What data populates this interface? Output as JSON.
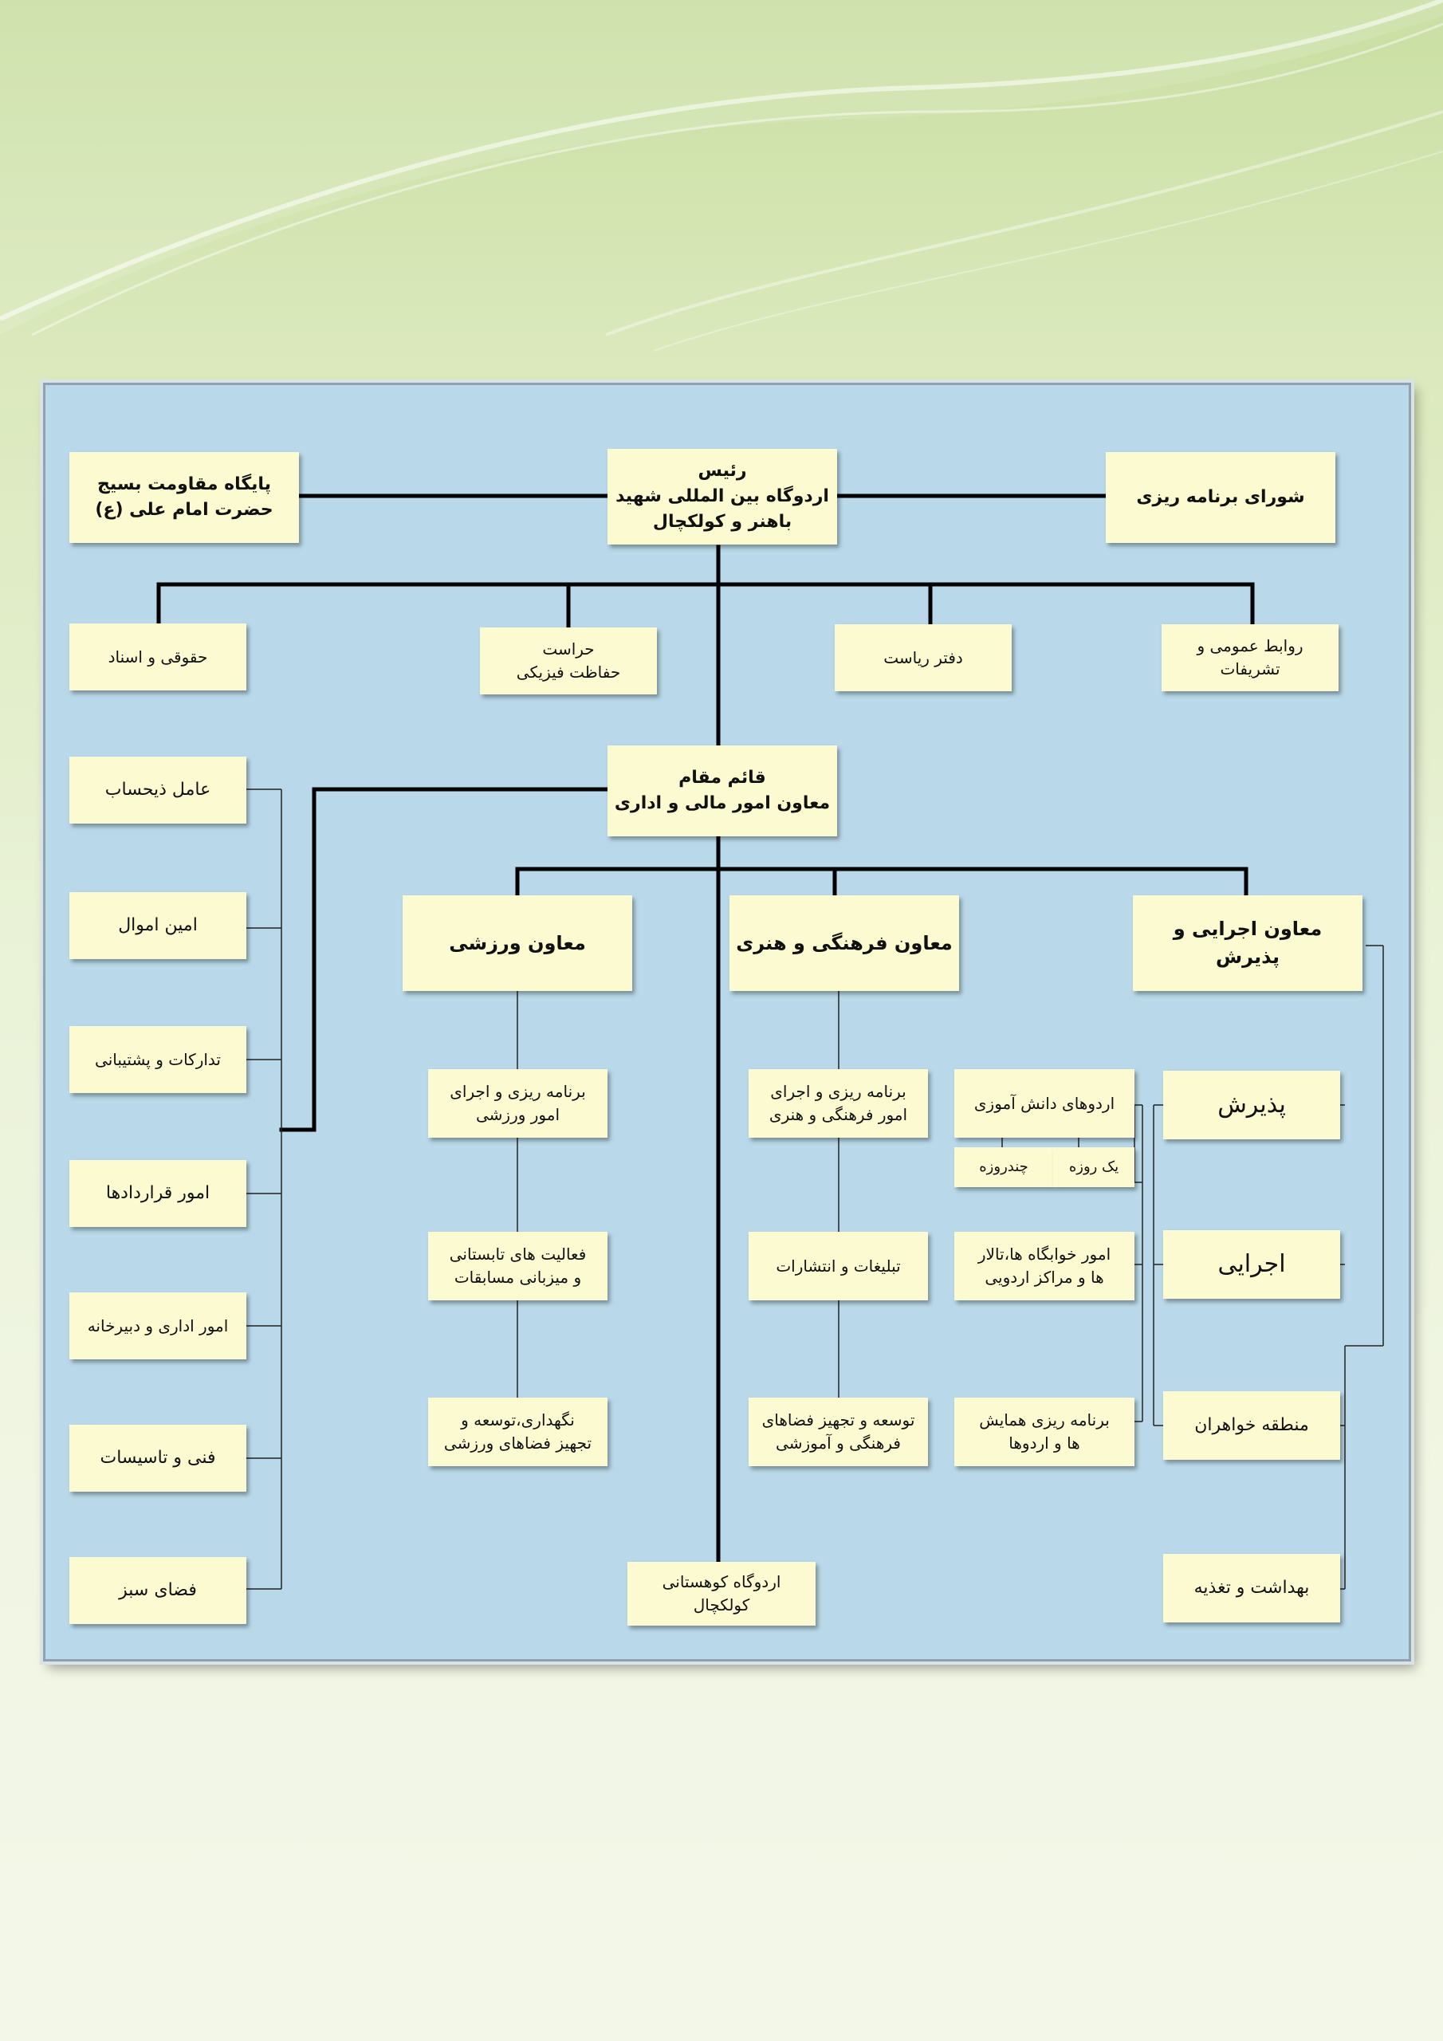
{
  "colors": {
    "panel": "#b9d9ea",
    "box": "#fbfad0",
    "line": "#000000",
    "background": "#d6e6b4"
  },
  "top": {
    "basij": [
      "پایگاه مقاومت بسیج",
      "حضرت امام علی (ع)"
    ],
    "president": [
      "رئیس",
      "اردوگاه بین المللی شهید",
      "باهنر و کولکچال"
    ],
    "council": "شورای برنامه ریزی"
  },
  "row2": {
    "legal": "حقوقی و اسناد",
    "security": [
      "حراست",
      "حفاظت فیزیکی"
    ],
    "office": "دفتر ریاست",
    "public_relations": [
      "روابط عمومی و",
      "تشریفات"
    ]
  },
  "deputy": [
    "قائم مقام",
    "معاون امور مالی و اداری"
  ],
  "left_column": [
    "عامل ذیحساب",
    "امین اموال",
    "تدارکات و پشتیبانی",
    "امور قراردادها",
    "امور اداری و دبیرخانه",
    "فنی و تاسیسات",
    "فضای سبز"
  ],
  "sports": {
    "title": "معاون ورزشی",
    "items": [
      [
        "برنامه ریزی و اجرای",
        "امور ورزشی"
      ],
      [
        "فعالیت های تابستانی",
        "و میزبانی مسابقات"
      ],
      [
        "نگهداری،توسعه و",
        "تجهیز فضاهای ورزشی"
      ]
    ]
  },
  "cultural": {
    "title": "معاون فرهنگی و هنری",
    "items": [
      [
        "برنامه ریزی و اجرای",
        "امور فرهنگی و هنری"
      ],
      [
        "تبلیغات و انتشارات"
      ],
      [
        "توسعه و تجهیز فضاهای",
        "فرهنگی و آموزشی"
      ]
    ]
  },
  "executive": {
    "title": "معاون اجرایی و پذیرش",
    "admission": "پذیرش",
    "execution": "اجرایی",
    "sisters_zone": "منطقه خواهران",
    "health": "بهداشت و تغذیه",
    "student_camps": "اردوهای دانش آموزی",
    "multi_day": "چندروزه",
    "one_day": "یک روزه",
    "dorms": [
      "امور خوابگاه ها،تالار",
      "ها و مراکز اردویی"
    ],
    "conferences": [
      "برنامه ریزی همایش",
      "ها و اردوها"
    ]
  },
  "mountain_camp": [
    "اردوگاه کوهستانی",
    "کولکچال"
  ]
}
